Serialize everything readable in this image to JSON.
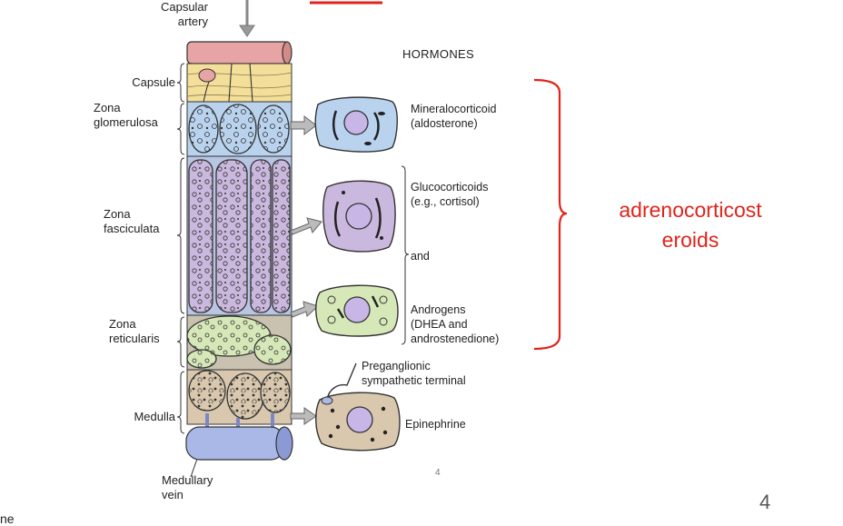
{
  "labels": {
    "capsular_artery": [
      "Capsular",
      "artery"
    ],
    "capsule": "Capsule",
    "zona_glomerulosa": [
      "Zona",
      "glomerulosa"
    ],
    "zona_fasciculata": [
      "Zona",
      "fasciculata"
    ],
    "zona_reticularis": [
      "Zona",
      "reticularis"
    ],
    "medulla": "Medulla",
    "medullary_vein": [
      "Medullary",
      "vein"
    ]
  },
  "hormones_heading": "HORMONES",
  "hormones": {
    "mineralocorticoid": [
      "Mineralocorticoid",
      "(aldosterone)"
    ],
    "glucocorticoids": [
      "Glucocorticoids",
      "(e.g., cortisol)"
    ],
    "and": "and",
    "androgens": [
      "Androgens",
      "(DHEA and",
      "androstenedione)"
    ],
    "preganglionic": [
      "Preganglionic",
      "sympathetic terminal"
    ],
    "epinephrine": "Epinephrine"
  },
  "annotation": {
    "line1": "adrenocorticost",
    "line2": "eroids",
    "color": "#e0241b"
  },
  "page_number": "4",
  "small_page_number": "4",
  "bottom_text": "ne",
  "colors": {
    "capsule": "#f3df9a",
    "glomerulosa": "#b9d3ee",
    "fasciculata": "#cbb8de",
    "reticularis": "#d6e8b8",
    "medulla": "#d9c8ae",
    "artery": "#e7a4a4",
    "vein": "#a9b8e6"
  }
}
